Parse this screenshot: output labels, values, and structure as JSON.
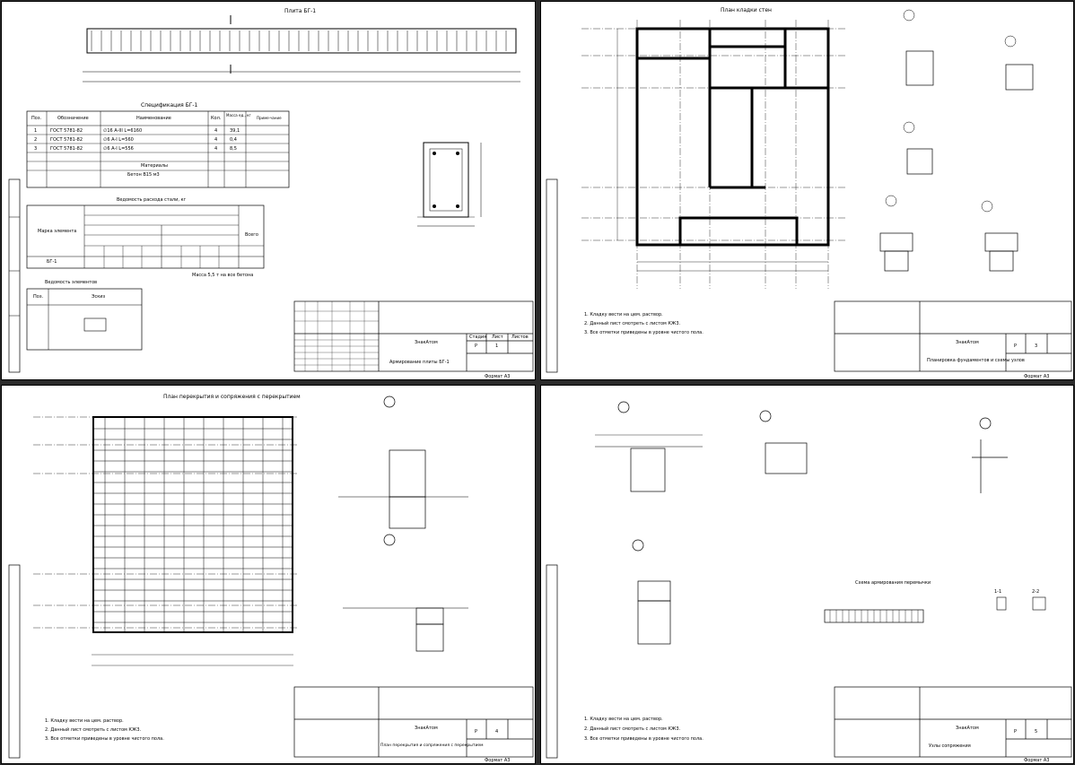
{
  "sheets": [
    {
      "title": "Плита БГ-1",
      "spec_title": "Спецификация БГ-1",
      "spec_headers": [
        "Поз.",
        "Обозначение",
        "Наименование",
        "Кол.",
        "Масса ед., кг",
        "Приме-чание"
      ],
      "spec_rows": [
        [
          "1",
          "ГОСТ 5781-82",
          "∅16 A-III L=6160",
          "4",
          "39,1",
          ""
        ],
        [
          "2",
          "ГОСТ 5781-82",
          "∅6 A-I L=560",
          "4",
          "0,4",
          ""
        ],
        [
          "3",
          "ГОСТ 5781-82",
          "∅6 A-I L=556",
          "4",
          "8,5",
          ""
        ]
      ],
      "materials_label": "Материалы",
      "materials_value": "Бетон В15 м3",
      "steel_table_title": "Ведомость расхода стали, кг",
      "steel_row_label": "Марка элемента",
      "steel_row_name": "БГ-1",
      "steel_total_label": "Всего",
      "elements_title": "Ведомость элементов",
      "elements_headers": [
        "Поз.",
        "Эскиз"
      ],
      "note": "Масса 5,5 т на все бетона",
      "stamp_org": "ЗнакАтом",
      "stamp_sheet_name": "Армирование плиты БГ-1",
      "stamp_cols": [
        "Стадия",
        "Лист",
        "Листов"
      ],
      "stamp_stage": "Р",
      "stamp_sheet": "1",
      "format": "Формат А3"
    },
    {
      "title": "План кладки стен",
      "notes": [
        "1. Кладку вести на цем. раствор.",
        "2. Данный лист смотреть с листом КЖ3.",
        "3. Все отметки приведены в уровне чистого пола."
      ],
      "stamp_org": "ЗнакАтом",
      "stamp_sheet_name": "Планировка фундаментов и схемы узлов",
      "stamp_stage": "Р",
      "stamp_sheet": "3",
      "format": "Формат А3"
    },
    {
      "title": "План перекрытия и сопряжения с перекрытием",
      "notes": [
        "1. Кладку вести на цем. раствор.",
        "2. Данный лист смотреть с листом КЖ3.",
        "3. Все отметки приведены в уровне чистого пола."
      ],
      "stamp_org": "ЗнакАтом",
      "stamp_sheet_name": "План перекрытия и сопряжения с перекрытием",
      "stamp_stage": "Р",
      "stamp_sheet": "4",
      "format": "Формат А3"
    },
    {
      "title": "Сопряжение элементов",
      "beam_title": "Схема армирования перемычки",
      "sections": [
        "1-1",
        "2-2"
      ],
      "notes": [
        "1. Кладку вести на цем. раствор.",
        "2. Данный лист смотреть с листом КЖ3.",
        "3. Все отметки приведены в уровне чистого пола."
      ],
      "stamp_org": "ЗнакАтом",
      "stamp_sheet_name": "Узлы сопряжения",
      "stamp_stage": "Р",
      "stamp_sheet": "5",
      "format": "Формат А3"
    }
  ]
}
